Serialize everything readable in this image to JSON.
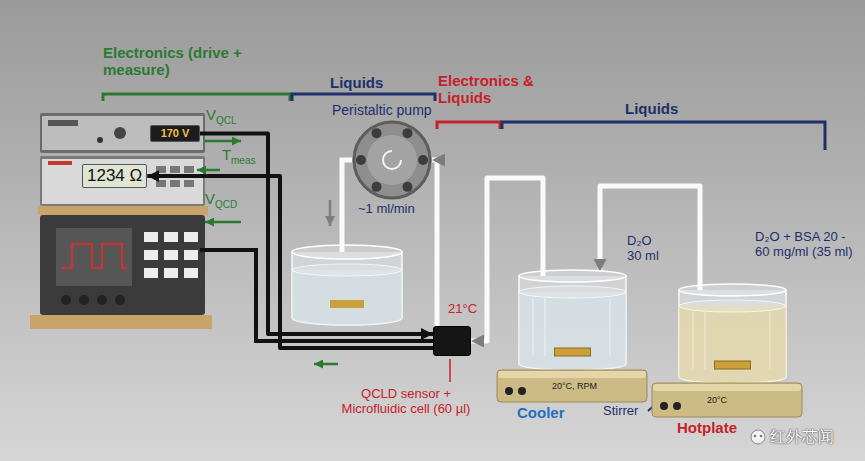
{
  "diagram": {
    "nodes": [
      {
        "text": [
          "170 V"
        ]
      },
      {
        "text": [
          "1234 Ω"
        ]
      },
      {
        "text": [
          "Peristaltic pump",
          "~1 ml/min"
        ]
      },
      {
        "text": [
          "21°C",
          "QCLD sensor + Microfluidic cell (60 µl)"
        ]
      },
      {
        "text": [
          "D₂O 30 ml"
        ]
      },
      {
        "text": [
          "D₂O + BSA 20 - 60 mg/ml (35 ml)"
        ]
      },
      {
        "text": [
          "20°C, RPM",
          "Cooler"
        ]
      },
      {
        "text": [
          "20°C",
          "Hotplate"
        ]
      }
    ],
    "edges": [
      {
        "from": 0,
        "to": 3,
        "arrow": "to"
      },
      {
        "from": 3,
        "to": 1,
        "arrow": "to"
      },
      {
        "from": 3,
        "to": 2,
        "arrow": "to"
      },
      {
        "from": 4,
        "to": 3,
        "arrow": "to"
      },
      {
        "from": 5,
        "to": 4,
        "arrow": "to"
      }
    ],
    "labels": [
      "Electronics (drive + measure)",
      "Liquids",
      "Electronics & Liquids",
      "Liquids",
      "V",
      "QCL",
      "T",
      "meas",
      "V",
      "QCD",
      "Stirrer",
      "红外芯闻"
    ]
  }
}
